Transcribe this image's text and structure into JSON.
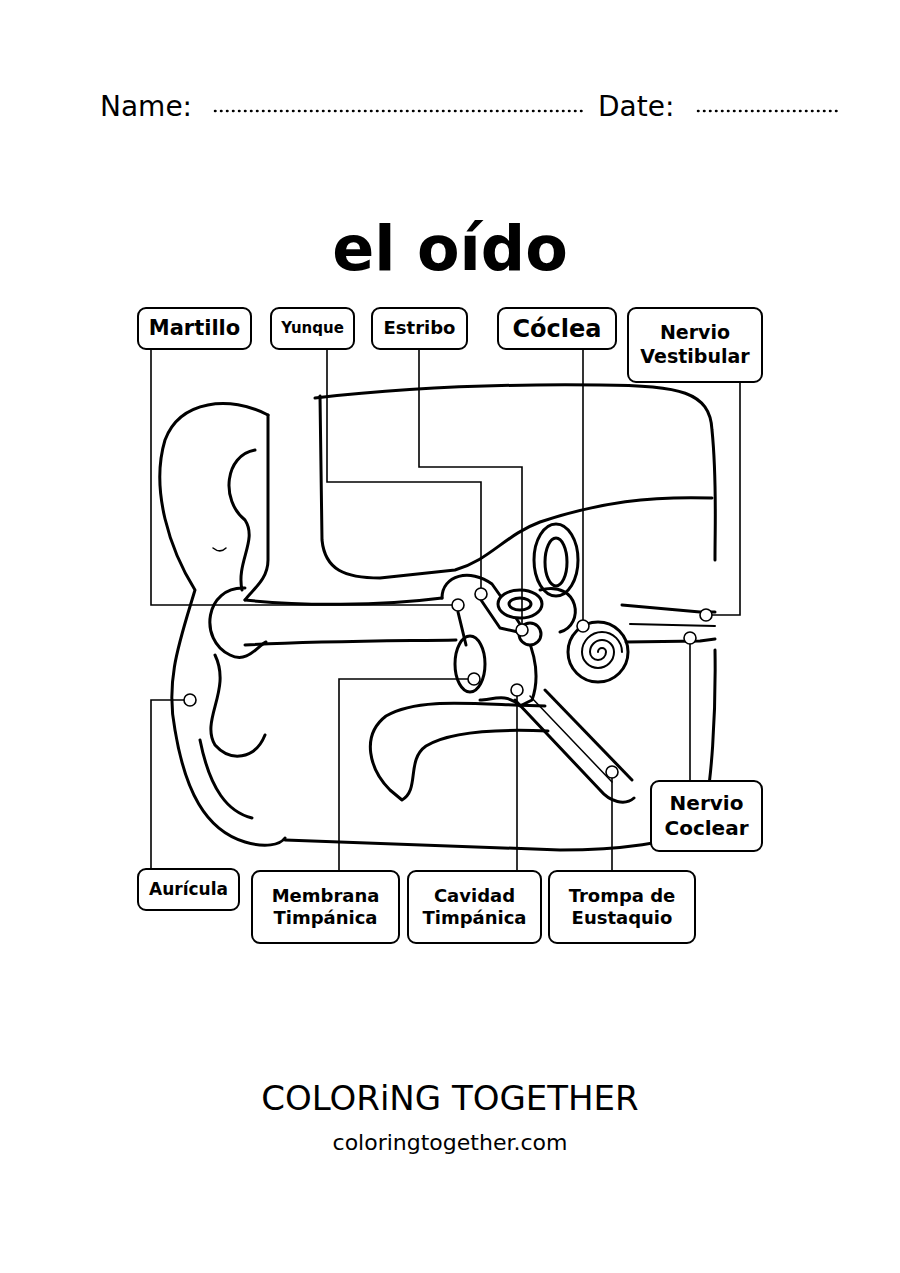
{
  "diagram": {
    "title": "el oído",
    "nodes": [
      {
        "text": [
          "Martillo"
        ]
      },
      {
        "text": [
          "Yunque"
        ]
      },
      {
        "text": [
          "Estribo"
        ]
      },
      {
        "text": [
          "Cóclea"
        ]
      },
      {
        "text": [
          "Nervio Vestibular"
        ]
      },
      {
        "text": [
          "Nervio Coclear"
        ]
      },
      {
        "text": [
          "Aurícula"
        ]
      },
      {
        "text": [
          "Membrana Timpánica"
        ]
      },
      {
        "text": [
          "Cavidad Timpánica"
        ]
      },
      {
        "text": [
          "Trompa de Eustaquio"
        ]
      }
    ],
    "labels": [
      "Name:",
      "Date:",
      "COLORiNG TOGETHER",
      "coloringtogether.com"
    ]
  }
}
